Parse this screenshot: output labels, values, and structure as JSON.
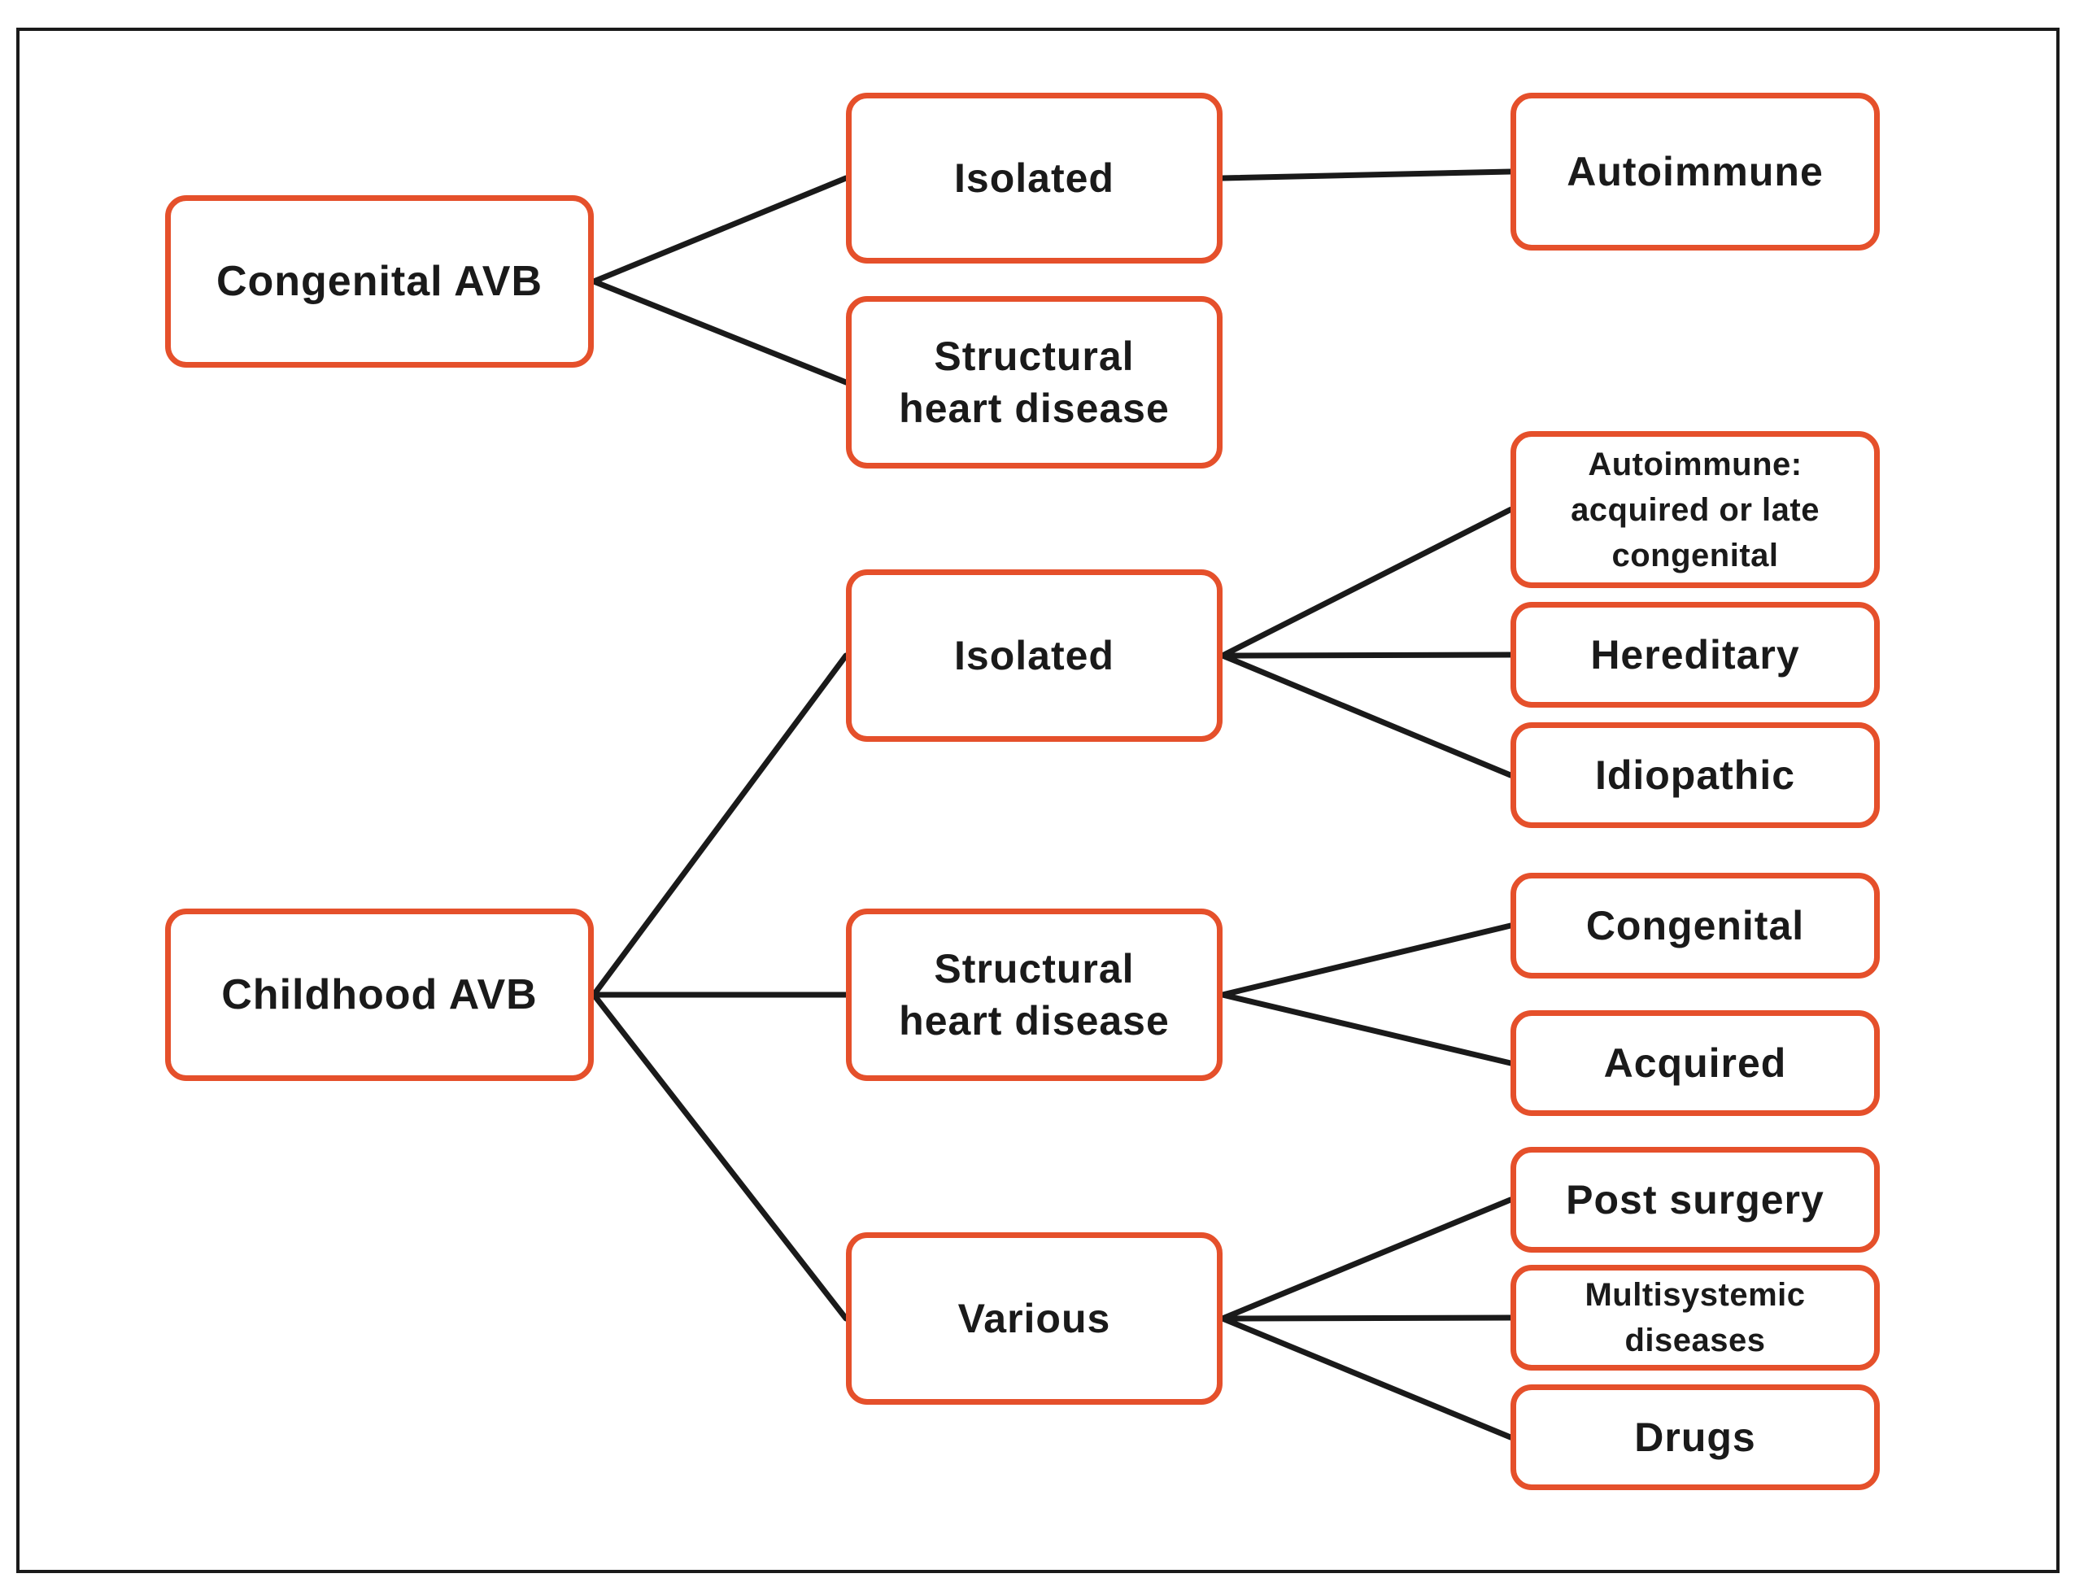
{
  "diagram": {
    "colors": {
      "node_border": "#e5502b",
      "line": "#1a1a1a",
      "text": "#1a1a1a"
    },
    "nodes": {
      "congenital_avb": "Congenital AVB",
      "congenital_isolated": "Isolated",
      "congenital_autoimmune": "Autoimmune",
      "congenital_structural": "Structural\nheart disease",
      "childhood_avb": "Childhood  AVB",
      "childhood_isolated": "Isolated",
      "autoimmune_acquired": "Autoimmune:\nacquired  or late\ncongenital",
      "hereditary": "Hereditary",
      "idiopathic": "Idiopathic",
      "childhood_structural": "Structural\nheart disease",
      "congenital": "Congenital",
      "acquired": "Acquired",
      "various": "Various",
      "post_surgery": "Post surgery",
      "multisystemic": "Multisystemic\ndiseases",
      "drugs": "Drugs"
    },
    "edges": [
      [
        "congenital_avb",
        "congenital_isolated"
      ],
      [
        "congenital_avb",
        "congenital_structural"
      ],
      [
        "congenital_isolated",
        "congenital_autoimmune"
      ],
      [
        "childhood_avb",
        "childhood_isolated"
      ],
      [
        "childhood_avb",
        "childhood_structural"
      ],
      [
        "childhood_avb",
        "various"
      ],
      [
        "childhood_isolated",
        "autoimmune_acquired"
      ],
      [
        "childhood_isolated",
        "hereditary"
      ],
      [
        "childhood_isolated",
        "idiopathic"
      ],
      [
        "childhood_structural",
        "congenital"
      ],
      [
        "childhood_structural",
        "acquired"
      ],
      [
        "various",
        "post_surgery"
      ],
      [
        "various",
        "multisystemic"
      ],
      [
        "various",
        "drugs"
      ]
    ]
  }
}
